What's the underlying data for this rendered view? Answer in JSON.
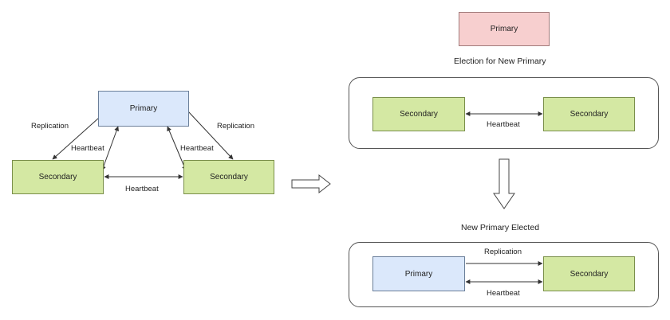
{
  "left": {
    "primary": "Primary",
    "secondary_left": "Secondary",
    "secondary_right": "Secondary",
    "replication_left": "Replication",
    "replication_right": "Replication",
    "heartbeat_left": "Heartbeat",
    "heartbeat_right": "Heartbeat",
    "heartbeat_bottom": "Heartbeat"
  },
  "right": {
    "failed_primary": "Primary",
    "election_caption": "Election for New Primary",
    "election_secondary_left": "Secondary",
    "election_secondary_right": "Secondary",
    "election_heartbeat": "Heartbeat",
    "elected_caption": "New Primary Elected",
    "new_primary": "Primary",
    "new_secondary": "Secondary",
    "new_replication": "Replication",
    "new_heartbeat": "Heartbeat"
  },
  "colors": {
    "secondary_fill": "#d4e8a3",
    "primary_fill": "#dbe8fb",
    "failed_primary_fill": "#f7cfcf"
  }
}
